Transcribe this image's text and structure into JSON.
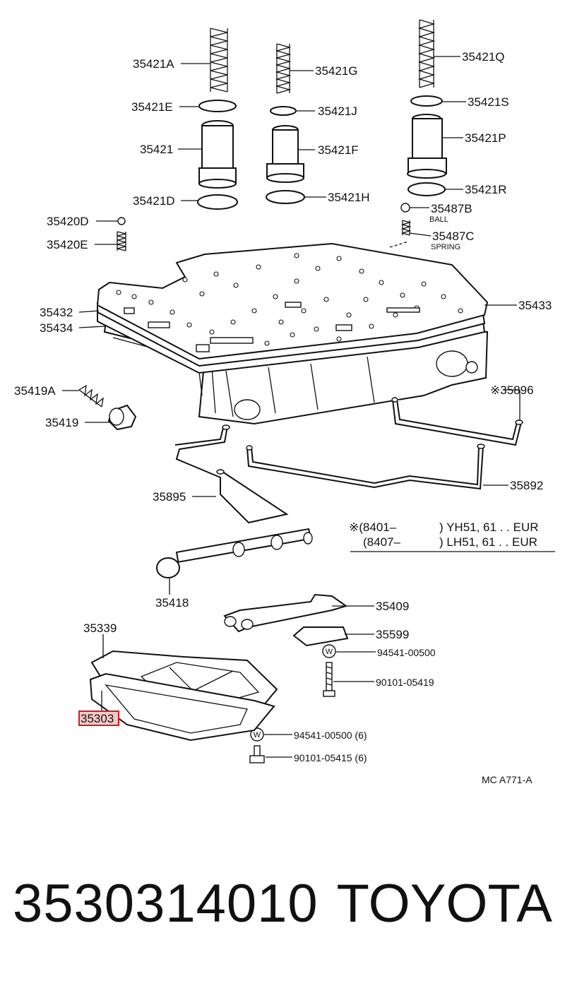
{
  "labels": {
    "a35421A": "35421A",
    "a35421E": "35421E",
    "a35421": "35421",
    "a35421D": "35421D",
    "a35421G": "35421G",
    "a35421J": "35421J",
    "a35421F": "35421F",
    "a35421H": "35421H",
    "a35421Q": "35421Q",
    "a35421S": "35421S",
    "a35421P": "35421P",
    "a35421R": "35421R",
    "a35487B": "35487B",
    "ball": "BALL",
    "a35487C": "35487C",
    "spring": "SPRING",
    "a35420D": "35420D",
    "a35420E": "35420E",
    "a35432": "35432",
    "a35434": "35434",
    "a35433": "35433",
    "a35419A": "35419A",
    "a35419": "35419",
    "a35896": "※35896",
    "a35895": "35895",
    "a35892": "35892",
    "a35418": "35418",
    "a35409": "35409",
    "a35339": "35339",
    "a35599": "35599",
    "a35303": "35303",
    "a94541_00500": "94541-00500",
    "a90101_05419": "90101-05419",
    "a94541_00500_6": "94541-00500 (6)",
    "a90101_05415_6": "90101-05415 (6)",
    "washer_mark": "W",
    "ref": "MC  A771-A"
  },
  "notes": {
    "row1_code": "※(8401–",
    "row1_model": ") YH51, 61 . . EUR",
    "row2_code": "(8407–",
    "row2_model": ") LH51, 61 . . EUR"
  },
  "highlight_color": "#d81b1b",
  "footer": {
    "part_number": "3530314010",
    "brand": "TOYOTA"
  }
}
